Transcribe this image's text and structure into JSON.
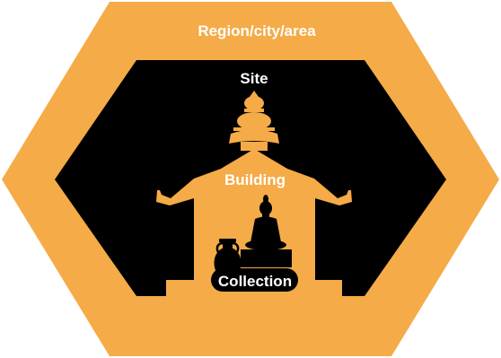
{
  "diagram": {
    "labels": {
      "region": "Region/city/area",
      "site": "Site",
      "building": "Building",
      "collection": "Collection"
    },
    "colors": {
      "background": "#ffffff",
      "region_fill": "#f5ab47",
      "site_fill": "#000000",
      "building_fill": "#f5ab47",
      "objects_fill": "#000000",
      "label_text": "#ffffff"
    },
    "icons": [
      "temple-building-icon",
      "buddha-statue-icon",
      "amphora-vase-icon"
    ]
  }
}
